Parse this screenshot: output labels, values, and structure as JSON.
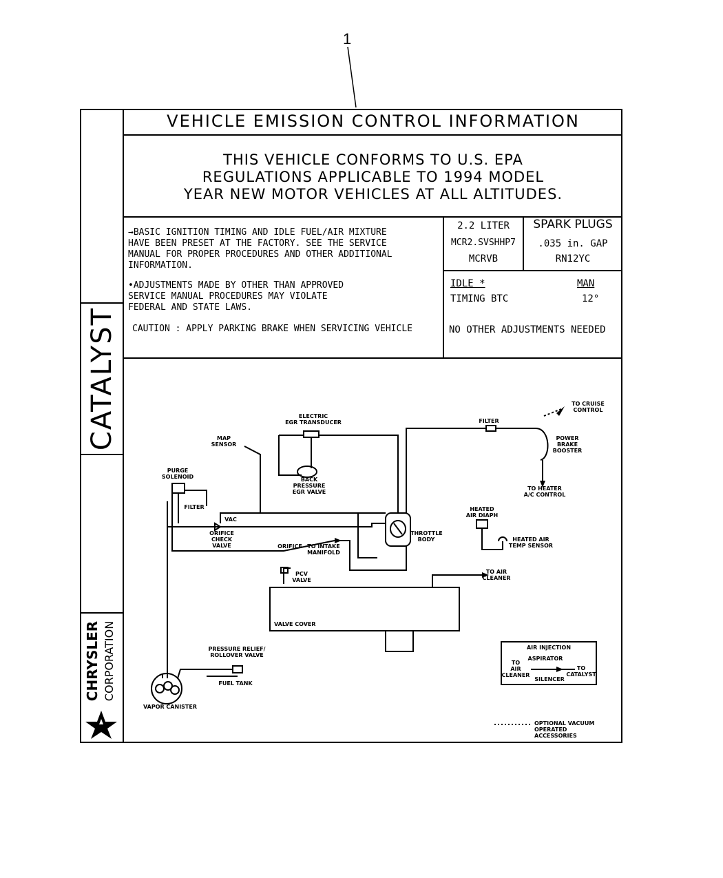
{
  "callout": "1",
  "header": {
    "title": "VEHICLE EMISSION CONTROL INFORMATION"
  },
  "conformity": "THIS VEHICLE CONFORMS TO U.S. EPA\nREGULATIONS APPLICABLE TO 1994 MODEL\nYEAR NEW MOTOR VEHICLES AT ALL ALTITUDES.",
  "instructions": {
    "basic": "→BASIC IGNITION TIMING AND IDLE FUEL/AIR MIXTURE\n HAVE BEEN PRESET AT THE FACTORY. SEE THE SERVICE\n MANUAL FOR PROPER PROCEDURES AND OTHER ADDITIONAL\n INFORMATION.",
    "adjust": "•ADJUSTMENTS MADE BY OTHER THAN APPROVED\n SERVICE MANUAL PROCEDURES MAY VIOLATE\n FEDERAL AND STATE LAWS.",
    "caution": "CAUTION : APPLY PARKING BRAKE WHEN SERVICING VEHICLE"
  },
  "engine": {
    "displacement": "2.2 LITER",
    "family": "MCR2.SVSHHP7",
    "code": "MCRVB"
  },
  "spark_plugs": {
    "heading": "SPARK PLUGS",
    "gap": ".035 in. GAP",
    "part": "RN12YC"
  },
  "idle": {
    "label": "IDLE *",
    "trans": "MAN",
    "timing_label": "TIMING BTC",
    "timing_value": "12°",
    "note": "NO OTHER ADJUSTMENTS NEEDED"
  },
  "side": {
    "catalyst": "CATALYST",
    "maker": "CHRYSLER",
    "corp": "CORPORATION"
  },
  "diagram": {
    "electric_egr": "ELECTRIC\nEGR TRANSDUCER",
    "map_sensor": "MAP\nSENSOR",
    "back_pressure": "BACK\nPRESSURE\nEGR VALVE",
    "purge": "PURGE\nSOLENOID",
    "filter_left": "FILTER",
    "vac": "VAC",
    "orifice_check": "ORIFICE\nCHECK\nVALVE",
    "orifice": "ORIFICE",
    "to_intake": "TO INTAKE\nMANIFOLD",
    "pcv": "PCV\nVALVE",
    "throttle": "THROTTLE\nBODY",
    "filter_top": "FILTER",
    "to_cruise": "TO CRUISE\nCONTROL",
    "power_brake": "POWER\nBRAKE\nBOOSTER",
    "to_heater": "TO HEATER\nA/C CONTROL",
    "heated_air_diaph": "HEATED\nAIR DIAPH",
    "heated_air_sensor": "HEATED AIR\nTEMP SENSOR",
    "to_air_cleaner": "TO AIR\nCLEANER",
    "valve_cover": "VALVE COVER",
    "pressure_relief": "PRESSURE RELIEF/\nROLLOVER VALVE",
    "fuel_tank": "FUEL TANK",
    "vapor_canister": "VAPOR CANISTER",
    "air_injection": "AIR INJECTION",
    "aspirator": "ASPIRATOR",
    "to_air_cleaner_legend": "TO\nAIR\nCLEANER",
    "silencer": "SILENCER",
    "to_catalyst": "TO\nCATALYST",
    "optional": "OPTIONAL VACUUM\nOPERATED ACCESSORIES"
  }
}
